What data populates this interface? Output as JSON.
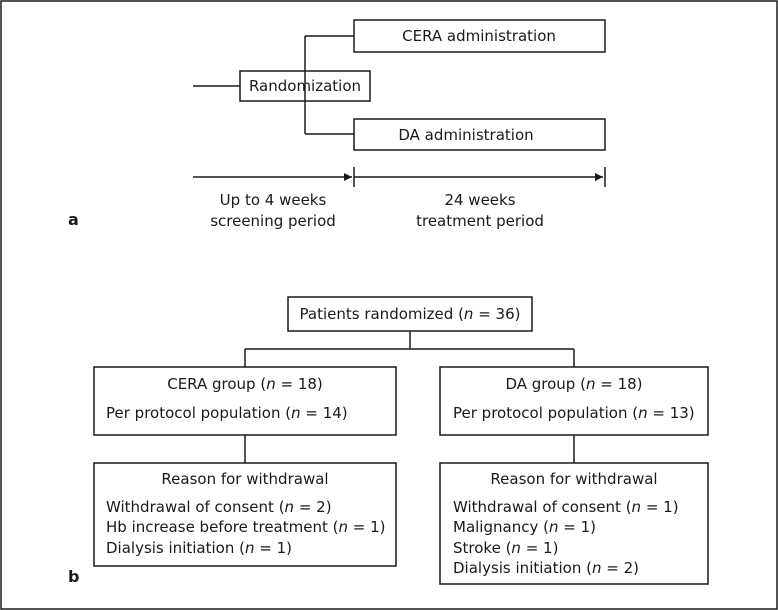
{
  "panel_a": {
    "label": "a",
    "randomization": "Randomization",
    "cera_admin": "CERA administration",
    "da_admin": "DA administration",
    "screening": [
      "Up to 4 weeks",
      "screening period"
    ],
    "treatment": [
      "24 weeks",
      "treatment period"
    ]
  },
  "panel_b": {
    "label": "b",
    "randomized": {
      "prefix": "Patients randomized (",
      "n": "n",
      "suffix": " = 36)"
    },
    "cera_group": {
      "line1": {
        "prefix": "CERA group (",
        "n": "n",
        "suffix": " = 18)"
      },
      "line2": {
        "prefix": "Per protocol population (",
        "n": "n",
        "suffix": " = 14)"
      }
    },
    "da_group": {
      "line1": {
        "prefix": "DA group (",
        "n": "n",
        "suffix": " = 18)"
      },
      "line2": {
        "prefix": "Per protocol population (",
        "n": "n",
        "suffix": " = 13)"
      }
    },
    "cera_withdrawal": {
      "title": "Reason for withdrawal",
      "items": [
        {
          "prefix": "Withdrawal of consent (",
          "n": "n",
          "suffix": " = 2)"
        },
        {
          "prefix": "Hb increase before treatment (",
          "n": "n",
          "suffix": " = 1)"
        },
        {
          "prefix": "Dialysis initiation (",
          "n": "n",
          "suffix": " = 1)"
        }
      ]
    },
    "da_withdrawal": {
      "title": "Reason for withdrawal",
      "items": [
        {
          "prefix": "Withdrawal of consent (",
          "n": "n",
          "suffix": " = 1)"
        },
        {
          "prefix": "Malignancy (",
          "n": "n",
          "suffix": " = 1)"
        },
        {
          "prefix": "Stroke (",
          "n": "n",
          "suffix": " = 1)"
        },
        {
          "prefix": "Dialysis initiation (",
          "n": "n",
          "suffix": " = 2)"
        }
      ]
    }
  }
}
